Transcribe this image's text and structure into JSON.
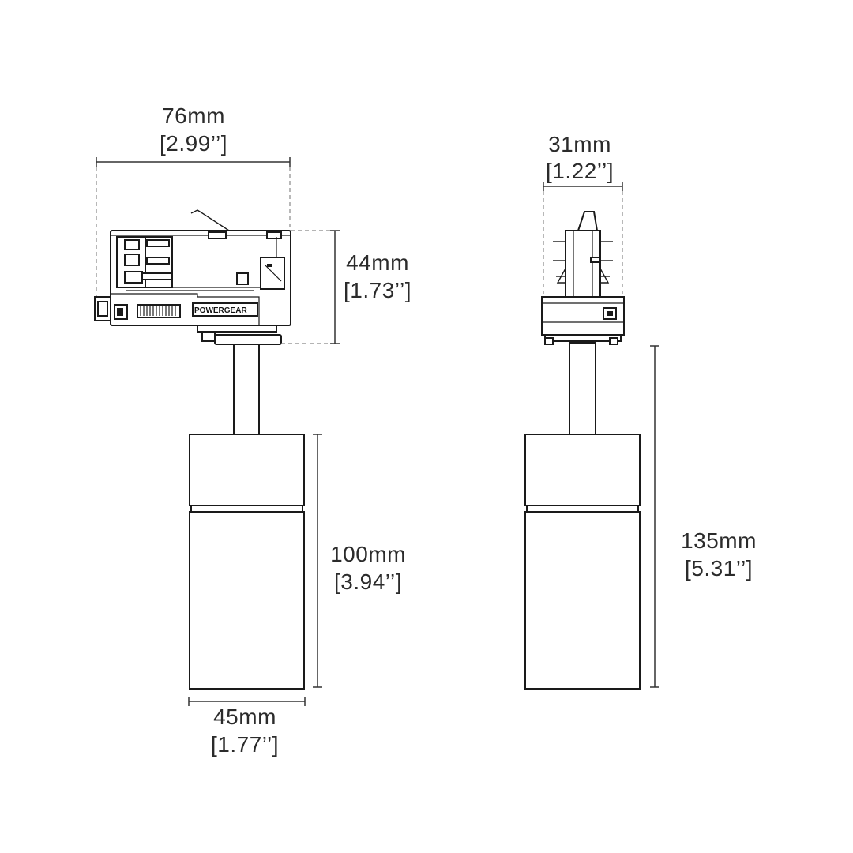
{
  "brand": "POWERGEAR",
  "front_view": {
    "width": {
      "mm": "76mm",
      "inch": "[2.99’’]"
    },
    "adapter_height": {
      "mm": "44mm",
      "inch": "[1.73’’]"
    },
    "body_height": {
      "mm": "100mm",
      "inch": "[3.94’’]"
    },
    "body_width": {
      "mm": "45mm",
      "inch": "[1.77’’]"
    }
  },
  "side_view": {
    "width": {
      "mm": "31mm",
      "inch": "[1.22’’]"
    },
    "total_height": {
      "mm": "135mm",
      "inch": "[5.31’’]"
    }
  }
}
